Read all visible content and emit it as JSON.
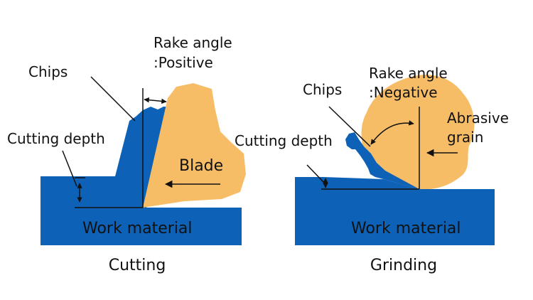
{
  "colors": {
    "work_material": "#0d62b8",
    "blade": "#f7bd66",
    "line": "#111111",
    "background": "#ffffff"
  },
  "cutting": {
    "caption": "Cutting",
    "labels": {
      "rake_angle_line1": "Rake angle",
      "rake_angle_line2": ":Positive",
      "chips": "Chips",
      "cutting_depth": "Cutting depth",
      "blade": "Blade",
      "work_material": "Work material"
    }
  },
  "grinding": {
    "caption": "Grinding",
    "labels": {
      "rake_angle_line1": "Rake angle",
      "rake_angle_line2": ":Negative",
      "chips": "Chips",
      "cutting_depth": "Cutting depth",
      "abrasive_line1": "Abrasive",
      "abrasive_line2": "grain",
      "work_material": "Work material"
    }
  }
}
